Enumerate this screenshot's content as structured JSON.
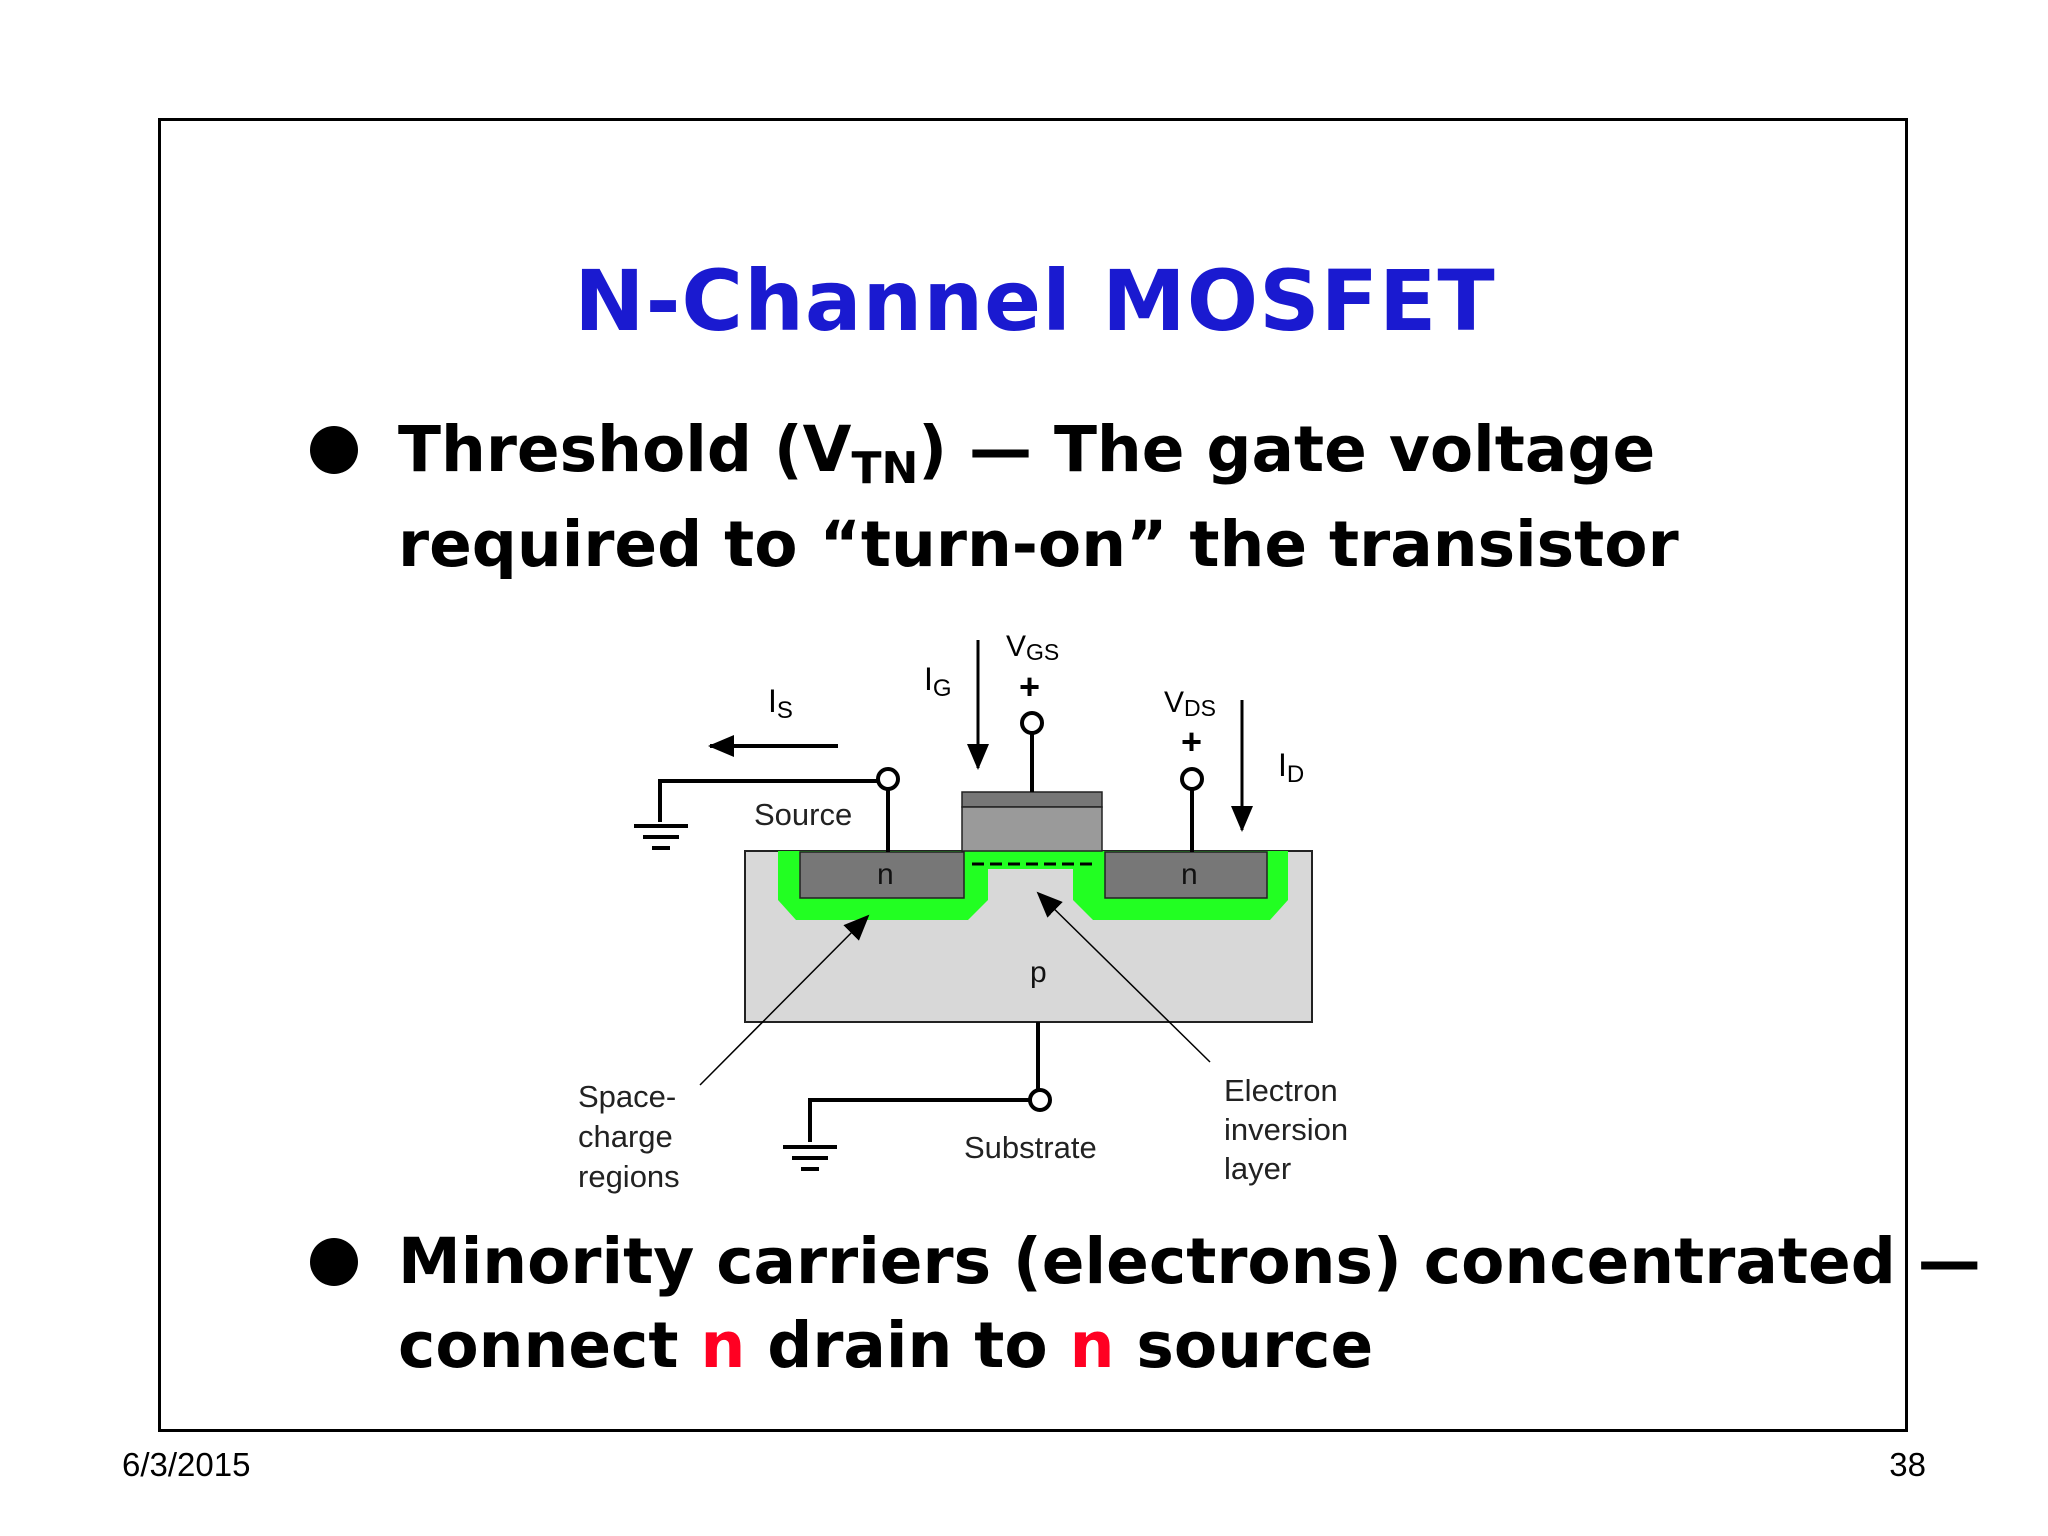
{
  "slide": {
    "title": "N-Channel MOSFET",
    "bullet1": {
      "line1_pre": "Threshold (V",
      "line1_sub": "TN",
      "line1_post": ") — The gate voltage",
      "line2": "required to “turn-on” the transistor"
    },
    "bullet2": {
      "line1": "Minority carriers (electrons) concentrated —",
      "line2_a": "connect ",
      "line2_n1": "n",
      "line2_b": " drain to ",
      "line2_n2": "n",
      "line2_c": " source"
    }
  },
  "diagram": {
    "is_main": "I",
    "is_sub": "S",
    "ig_main": "I",
    "ig_sub": "G",
    "vgs_main": "V",
    "vgs_sub": "GS",
    "vds_main": "V",
    "vds_sub": "DS",
    "id_main": "I",
    "id_sub": "D",
    "plus": "+",
    "source_label": "Source",
    "n_left": "n",
    "n_right": "n",
    "p_label": "p",
    "substrate_label": "Substrate",
    "space_charge": [
      "Space-",
      "charge",
      "regions"
    ],
    "electron_inversion": [
      "Electron",
      "inversion",
      "layer"
    ],
    "colors": {
      "substrate": "#d8d8d8",
      "n_region": "#777777",
      "depletion": "#22ff22",
      "gate": "#9a9a9a"
    }
  },
  "footer": {
    "date": "6/3/2015",
    "page": "38"
  }
}
